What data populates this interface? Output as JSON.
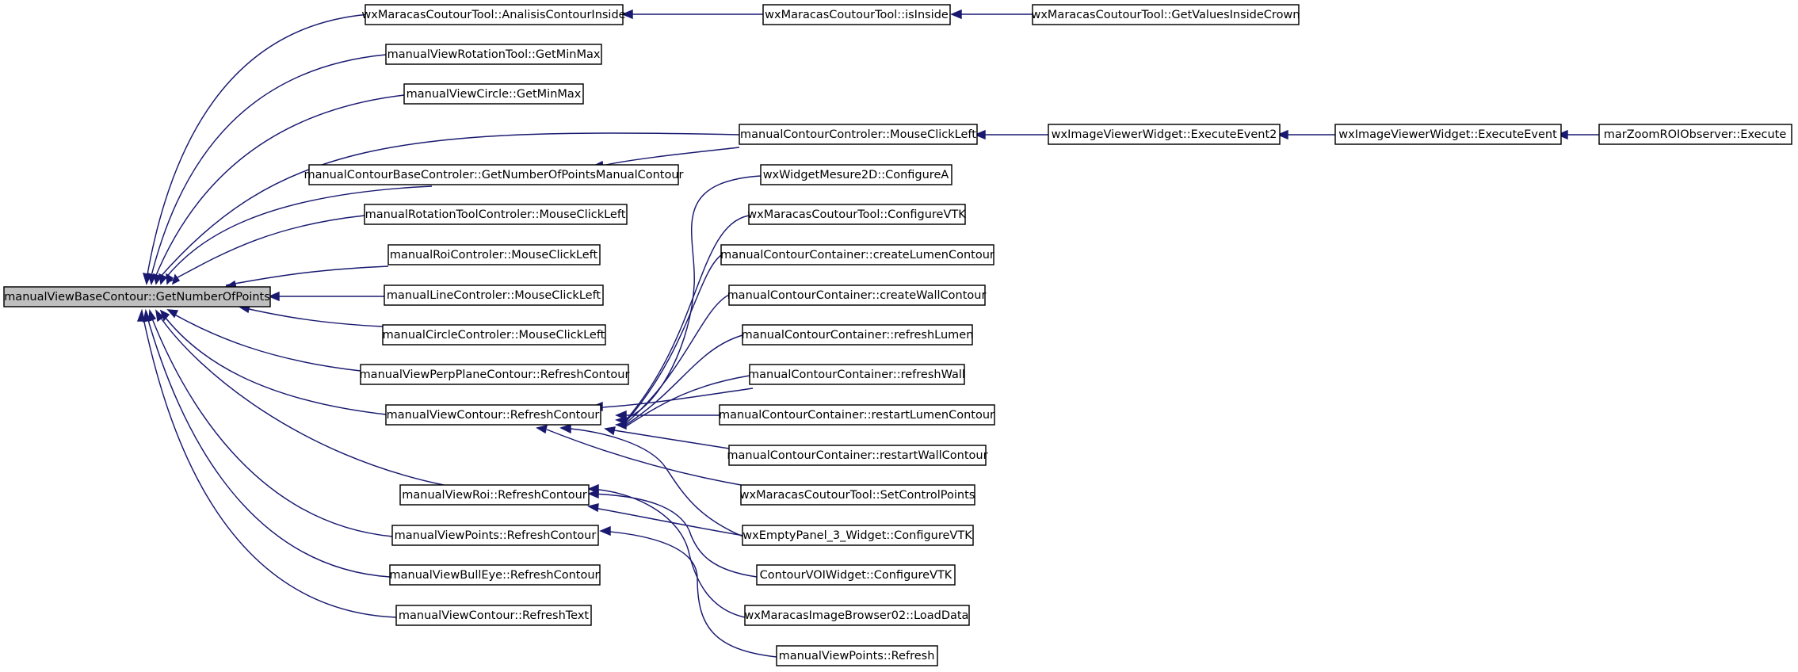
{
  "graph": {
    "nodes": [
      {
        "id": "root",
        "label": "manualViewBaseContour::GetNumberOfPoints",
        "root": true
      },
      {
        "id": "analisis",
        "label": "wxMaracasCoutourTool::AnalisisContourInside"
      },
      {
        "id": "isinside",
        "label": "wxMaracasCoutourTool::isInside"
      },
      {
        "id": "getvalues",
        "label": "wxMaracasCoutourTool::GetValuesInsideCrown"
      },
      {
        "id": "rottool_minmax",
        "label": "manualViewRotationTool::GetMinMax"
      },
      {
        "id": "circle_minmax",
        "label": "manualViewCircle::GetMinMax"
      },
      {
        "id": "cc_mouse",
        "label": "manualContourControler::MouseClickLeft"
      },
      {
        "id": "iv_exec2",
        "label": "wxImageViewerWidget::ExecuteEvent2"
      },
      {
        "id": "iv_exec",
        "label": "wxImageViewerWidget::ExecuteEvent"
      },
      {
        "id": "marzoom",
        "label": "marZoomROIObserver::Execute"
      },
      {
        "id": "base_getnum",
        "label": "manualContourBaseControler::GetNumberOfPointsManualContour"
      },
      {
        "id": "wm2d",
        "label": "wxWidgetMesure2D::ConfigureA"
      },
      {
        "id": "rotctrl_mouse",
        "label": "manualRotationToolControler::MouseClickLeft"
      },
      {
        "id": "mct_cfg",
        "label": "wxMaracasCoutourTool::ConfigureVTK"
      },
      {
        "id": "roictrl_mouse",
        "label": "manualRoiControler::MouseClickLeft"
      },
      {
        "id": "create_lumen",
        "label": "manualContourContainer::createLumenContour"
      },
      {
        "id": "linectrl_mouse",
        "label": "manualLineControler::MouseClickLeft"
      },
      {
        "id": "create_wall",
        "label": "manualContourContainer::createWallContour"
      },
      {
        "id": "circlectrl_mouse",
        "label": "manualCircleControler::MouseClickLeft"
      },
      {
        "id": "refresh_lumen",
        "label": "manualContourContainer::refreshLumen"
      },
      {
        "id": "perp_refresh",
        "label": "manualViewPerpPlaneContour::RefreshContour"
      },
      {
        "id": "refresh_wall",
        "label": "manualContourContainer::refreshWall"
      },
      {
        "id": "vc_refresh",
        "label": "manualViewContour::RefreshContour"
      },
      {
        "id": "restart_lumen",
        "label": "manualContourContainer::restartLumenContour"
      },
      {
        "id": "restart_wall",
        "label": "manualContourContainer::restartWallContour"
      },
      {
        "id": "set_cp",
        "label": "wxMaracasCoutourTool::SetControlPoints"
      },
      {
        "id": "roi_refresh",
        "label": "manualViewRoi::RefreshContour"
      },
      {
        "id": "empty3_cfg",
        "label": "wxEmptyPanel_3_Widget::ConfigureVTK"
      },
      {
        "id": "points_refresh",
        "label": "manualViewPoints::RefreshContour"
      },
      {
        "id": "voi_cfg",
        "label": "ContourVOIWidget::ConfigureVTK"
      },
      {
        "id": "bulleye_refresh",
        "label": "manualViewBullEye::RefreshContour"
      },
      {
        "id": "browser_load",
        "label": "wxMaracasImageBrowser02::LoadData"
      },
      {
        "id": "vc_text",
        "label": "manualViewContour::RefreshText"
      },
      {
        "id": "points_refresh2",
        "label": "manualViewPoints::Refresh"
      }
    ]
  }
}
